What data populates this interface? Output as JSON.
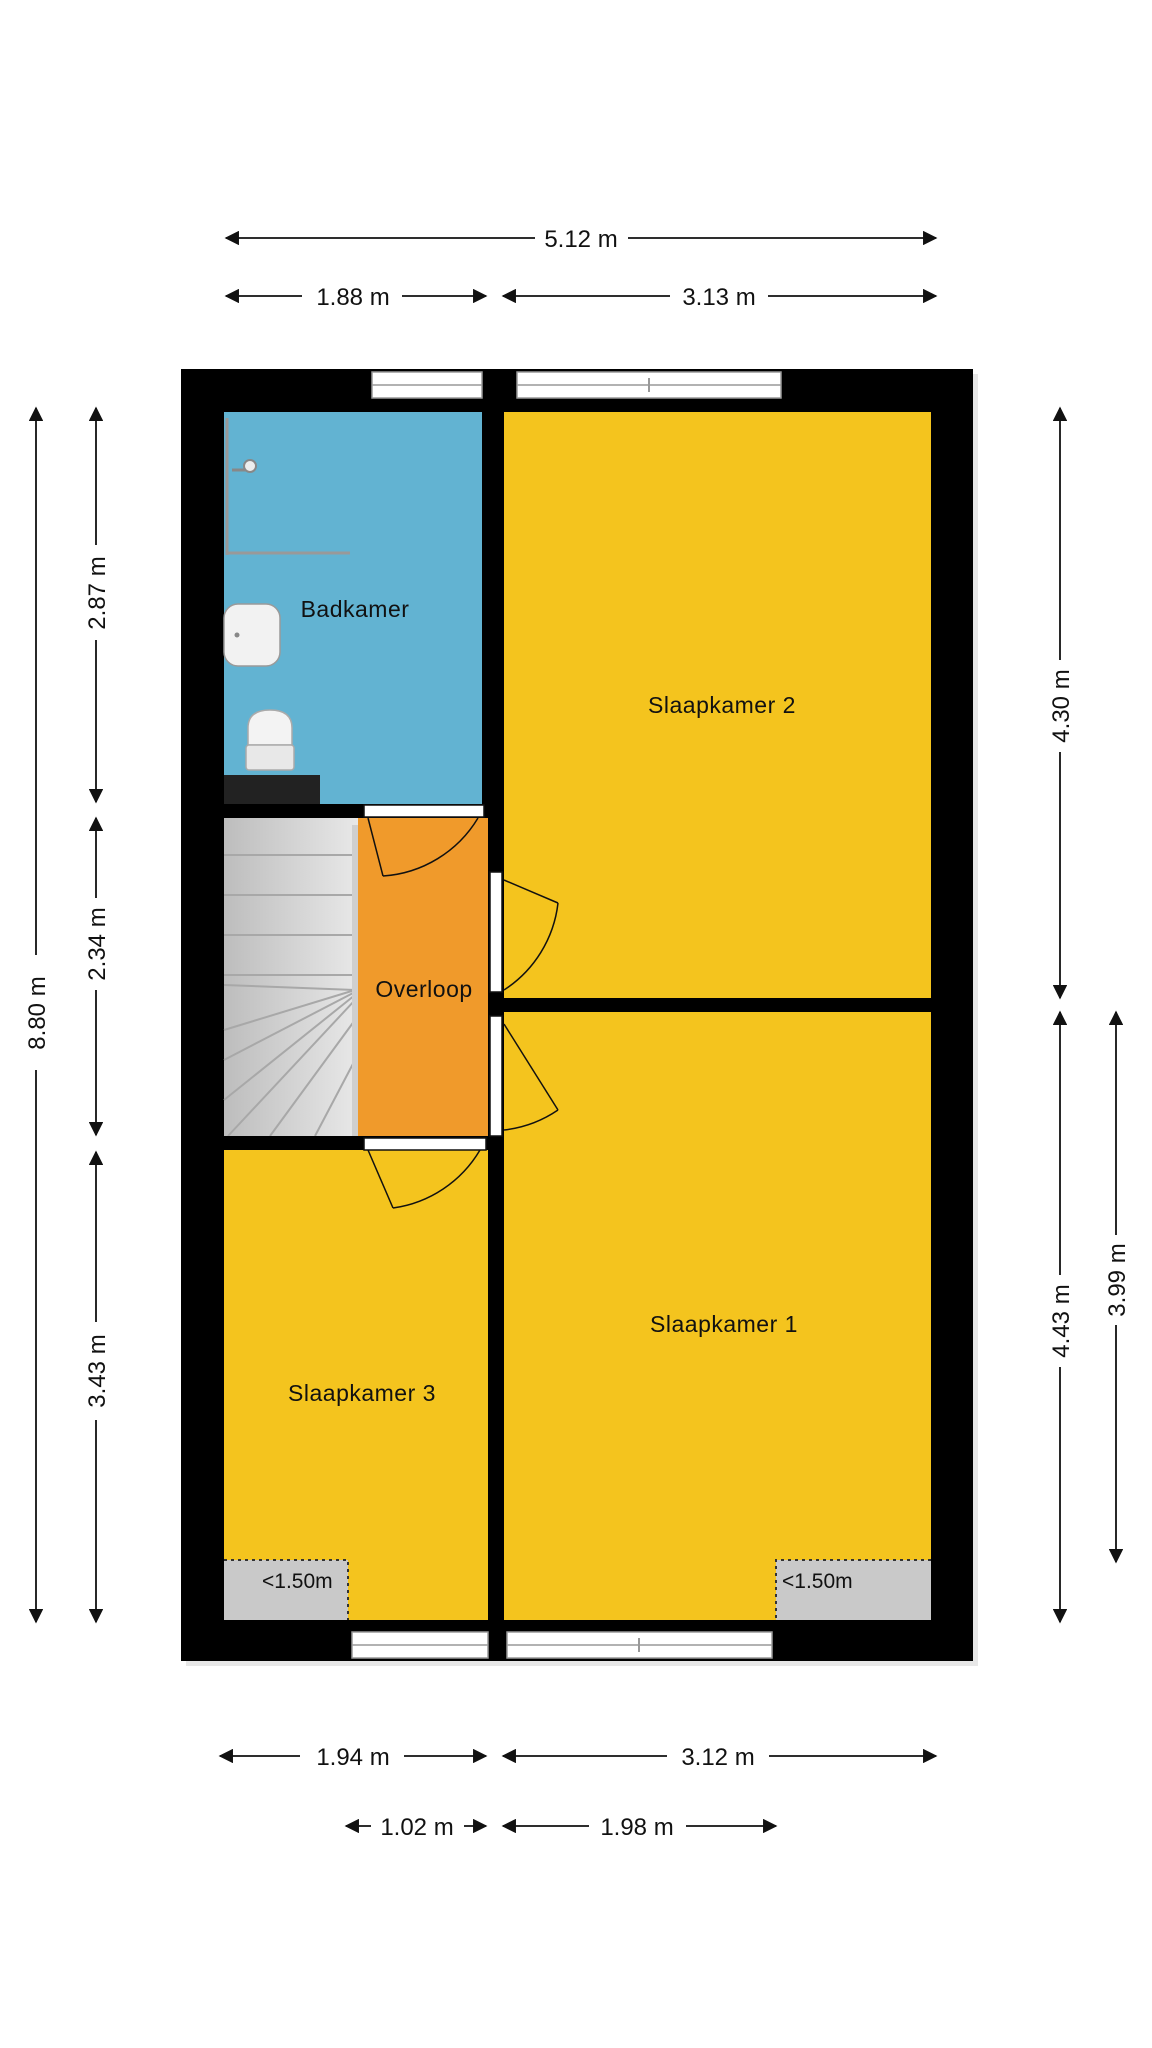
{
  "rooms": {
    "badkamer": "Badkamer",
    "slaapkamer2": "Slaapkamer 2",
    "overloop": "Overloop",
    "slaapkamer1": "Slaapkamer 1",
    "slaapkamer3": "Slaapkamer 3"
  },
  "low_ceiling_label": "<1.50m",
  "dimensions": {
    "top_total": "5.12 m",
    "top_left": "1.88 m",
    "top_right": "3.13 m",
    "left_total": "8.80 m",
    "left_bathroom": "2.87 m",
    "left_landing": "2.34 m",
    "left_bedroom3": "3.43 m",
    "right_bedroom2": "4.30 m",
    "right_bedroom1": "4.43 m",
    "right_bedroom1_inner": "3.99 m",
    "bottom_left": "1.94 m",
    "bottom_right": "3.12 m",
    "bottom_small_left": "1.02 m",
    "bottom_small_right": "1.98 m"
  },
  "colors": {
    "bedroom": "#F4C41E",
    "bathroom": "#62B3D2",
    "landing": "#F09A2B",
    "wall": "#000000",
    "low_ceiling": "#C9C9C9",
    "stairs": "#D6D6D6"
  }
}
